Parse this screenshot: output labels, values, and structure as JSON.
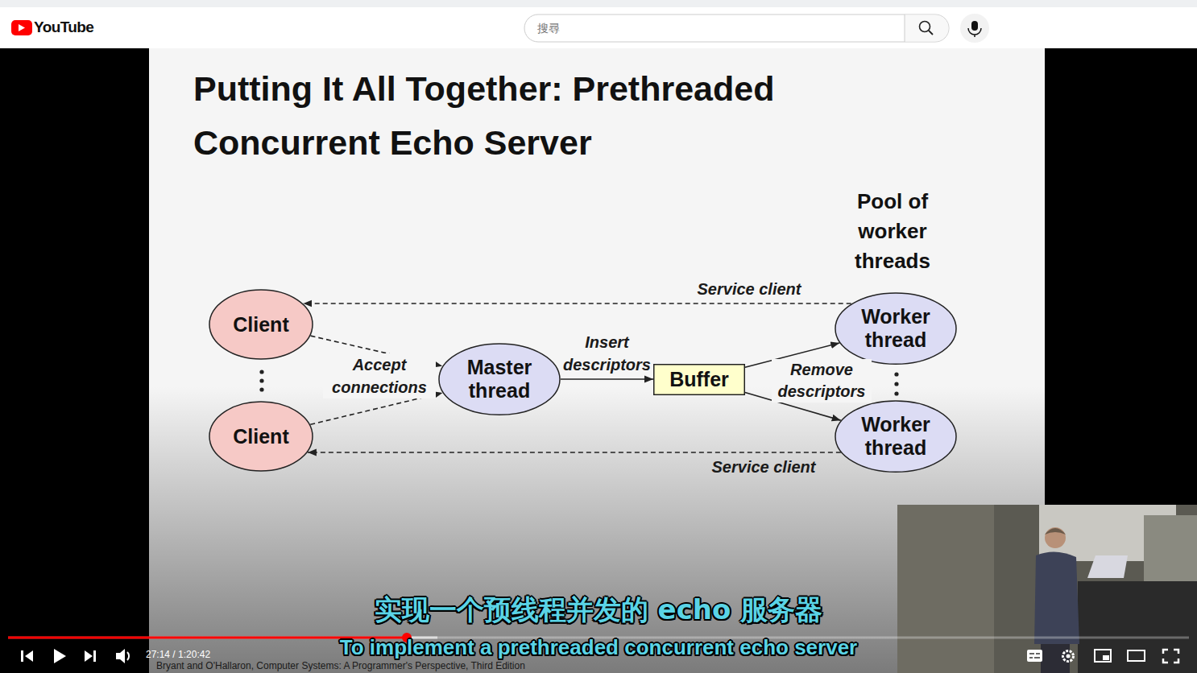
{
  "diagram": {
    "title": "Putting It All Together: Prethreaded Concurrent Echo Server",
    "nodes": [
      {
        "text": [
          "Client"
        ]
      },
      {
        "text": [
          "Client"
        ]
      },
      {
        "text": [
          "Master thread"
        ]
      },
      {
        "text": [
          "Buffer"
        ]
      },
      {
        "text": [
          "Worker thread"
        ]
      },
      {
        "text": [
          "Worker thread"
        ]
      }
    ],
    "edges": [
      {
        "from": 0,
        "to": 2,
        "arrow": "to"
      },
      {
        "from": 1,
        "to": 2,
        "arrow": "to"
      },
      {
        "from": 2,
        "to": 3,
        "label": "Insert descriptors",
        "arrow": "to"
      },
      {
        "from": 3,
        "to": 4,
        "arrow": "to"
      },
      {
        "from": 3,
        "to": 5,
        "arrow": "to"
      },
      {
        "from": 4,
        "to": 0,
        "label": "Service client",
        "arrow": "to"
      },
      {
        "from": 5,
        "to": 1,
        "label": "Service client",
        "arrow": "to"
      }
    ],
    "labels": [
      "YouTube",
      "搜尋",
      "Pool of worker threads",
      "Accept connections",
      "Remove descriptors",
      "实现一个预线程并发的 echo 服务器",
      "To implement a prethreaded concurrent echo server",
      "27:14 / 1:20:42",
      "Bryant and O'Hallaron, Computer Systems: A Programmer's Perspective, Third Edition"
    ]
  }
}
